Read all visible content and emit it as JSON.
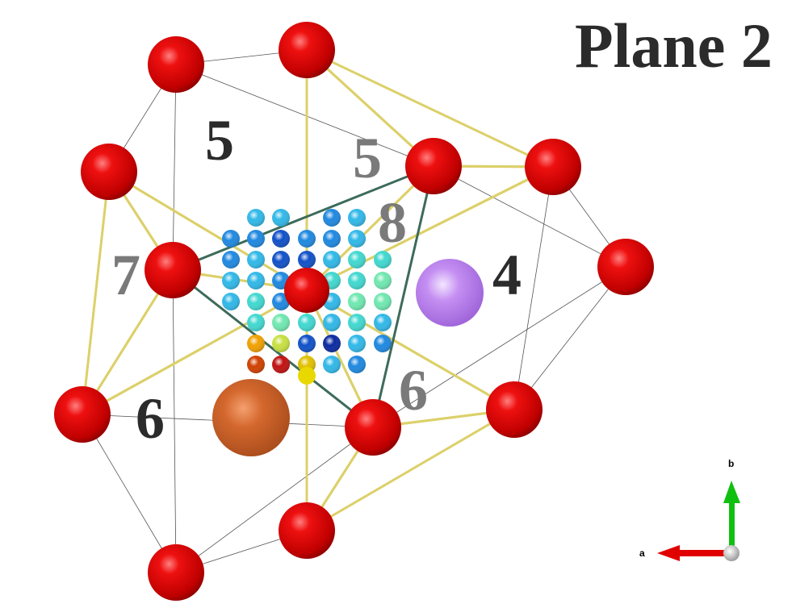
{
  "title": "Plane 2",
  "labels": {
    "upper_left": "5",
    "upper_center": "5",
    "center_right": "8",
    "left": "7",
    "right": "4",
    "lower_center": "6",
    "lower_left": "6"
  },
  "axes": {
    "a": "a",
    "b": "b"
  },
  "colors": {
    "oxygen": "#e00000",
    "frame": "#d8cc5a",
    "triangle": "#3d6b5a",
    "purple_atom": "#b070e0",
    "orange_atom": "#c8602a",
    "axis_a": "#e00000",
    "axis_b": "#10c010"
  }
}
